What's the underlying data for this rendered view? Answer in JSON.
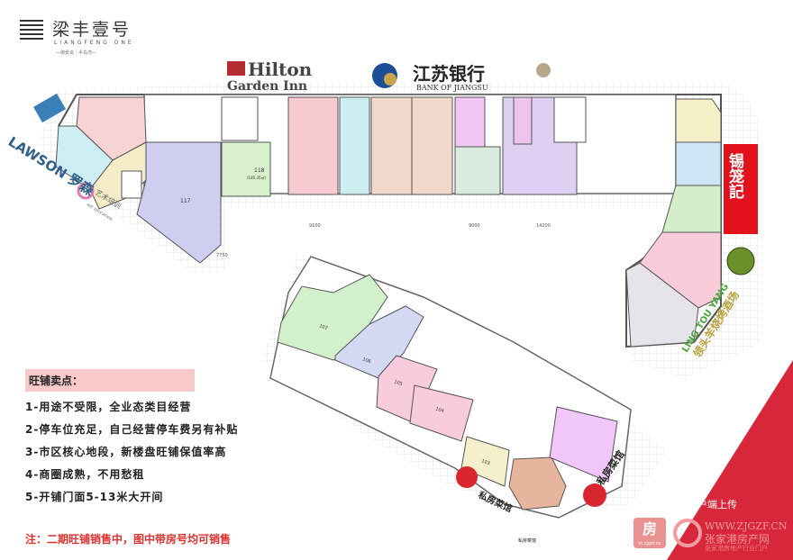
{
  "logo": {
    "name_cn": "梁丰壹号",
    "name_en": "LIANGFENG ONE",
    "tagline": "—御景说｜半岛湾—"
  },
  "brands": {
    "hilton_line1": "Hilton",
    "hilton_line2": "Garden Inn",
    "bank_cn": "江苏银行",
    "bank_en": "BANK OF JIANGSU",
    "lawson": "LAWSON 罗森",
    "art_education_cn": "艺术培训",
    "art_education_en": "ART EDUCATION",
    "xilongji": "锡笼記",
    "lingtouyang_en": "LING TOU YANG",
    "lingtouyang_cn": "领头羊烧烤酒场",
    "sifang": "私房菜馆"
  },
  "units": [
    {
      "id": "117"
    },
    {
      "id": "118",
      "area": "(185.35㎡)"
    },
    {
      "id": "107"
    },
    {
      "id": "106"
    },
    {
      "id": "105"
    },
    {
      "id": "104"
    },
    {
      "id": "103"
    }
  ],
  "dimensions": [
    "9100",
    "9000",
    "14200",
    "7750"
  ],
  "selling_points": {
    "title": "旺铺卖点：",
    "items": [
      "1-用途不受限，全业态类目经营",
      "2-停车位充足，自己经营停车费另有补贴",
      "3-市区核心地段，新楼盘旺铺保值率高",
      "4-商圈成熟，不用愁租",
      "5-开铺门面5-13米大开间"
    ]
  },
  "note": "注：二期旺铺销售中，图中带房号均可销售",
  "watermark": {
    "upload": "客户端上传",
    "app_label": "房",
    "app_url": "m.zjgzf.cn",
    "site": "WWW.ZJGZF.CN",
    "site_cn": "张家港房产网",
    "site_sub": "张家港房地产行业门户"
  },
  "colors": {
    "accent_red": "#d8263a",
    "note_red": "#e0302f"
  }
}
